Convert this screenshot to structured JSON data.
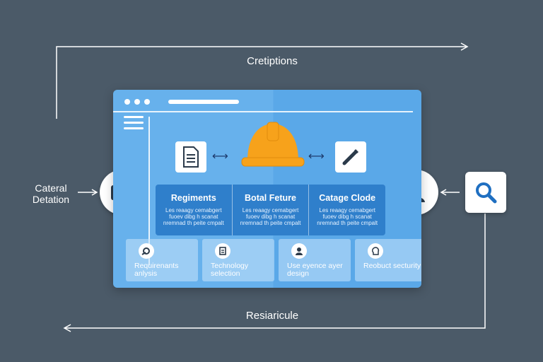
{
  "diagram": {
    "top_label": "Cretiptions",
    "bottom_label": "Resiaricule",
    "left_label": "Cateral Detation",
    "columns": [
      {
        "title": "Regiments",
        "body": "Les reaagy cemabgert fuoev dibg h scanat nremnad th peite cmpalt"
      },
      {
        "title": "Botal Feture",
        "body": "Les reaagy cemabgert fuoev dibg h scanat nremnad th peite cmpalt"
      },
      {
        "title": "Catage Clode",
        "body": "Les reaagy cemabgert fuoev dibg h scanat nremnad th peite cmpalt"
      }
    ],
    "cards": [
      {
        "label": "Requirenants anlysis",
        "icon": "gear-hand-icon"
      },
      {
        "label": "Technology selection",
        "icon": "document-icon"
      },
      {
        "label": "Use eyence ayer design",
        "icon": "user-icon"
      },
      {
        "label": "Reobuct secturity",
        "icon": "head-icon"
      }
    ],
    "colors": {
      "background": "#4b5a68",
      "window": "#67b1ec",
      "panel": "#2f7fcb",
      "helmet": "#f7a21b",
      "icon_dark": "#2b3a4a"
    }
  }
}
